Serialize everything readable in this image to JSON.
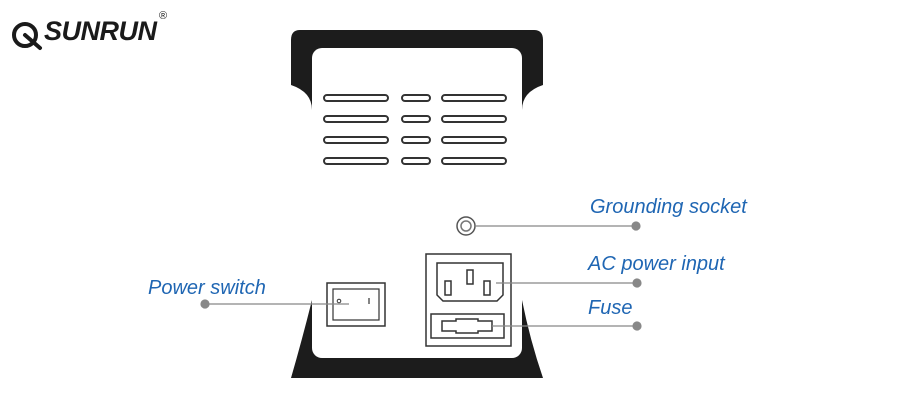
{
  "brand": {
    "name": "SUNRUN",
    "registered_mark": "®"
  },
  "callouts": {
    "grounding_socket": "Grounding socket",
    "ac_power_input": "AC power input",
    "fuse": "Fuse",
    "power_switch": "Power switch"
  },
  "colors": {
    "callout_text": "#1f66b3",
    "leader_line": "#888888",
    "housing": "#1c1c1c",
    "panel": "#ffffff"
  }
}
